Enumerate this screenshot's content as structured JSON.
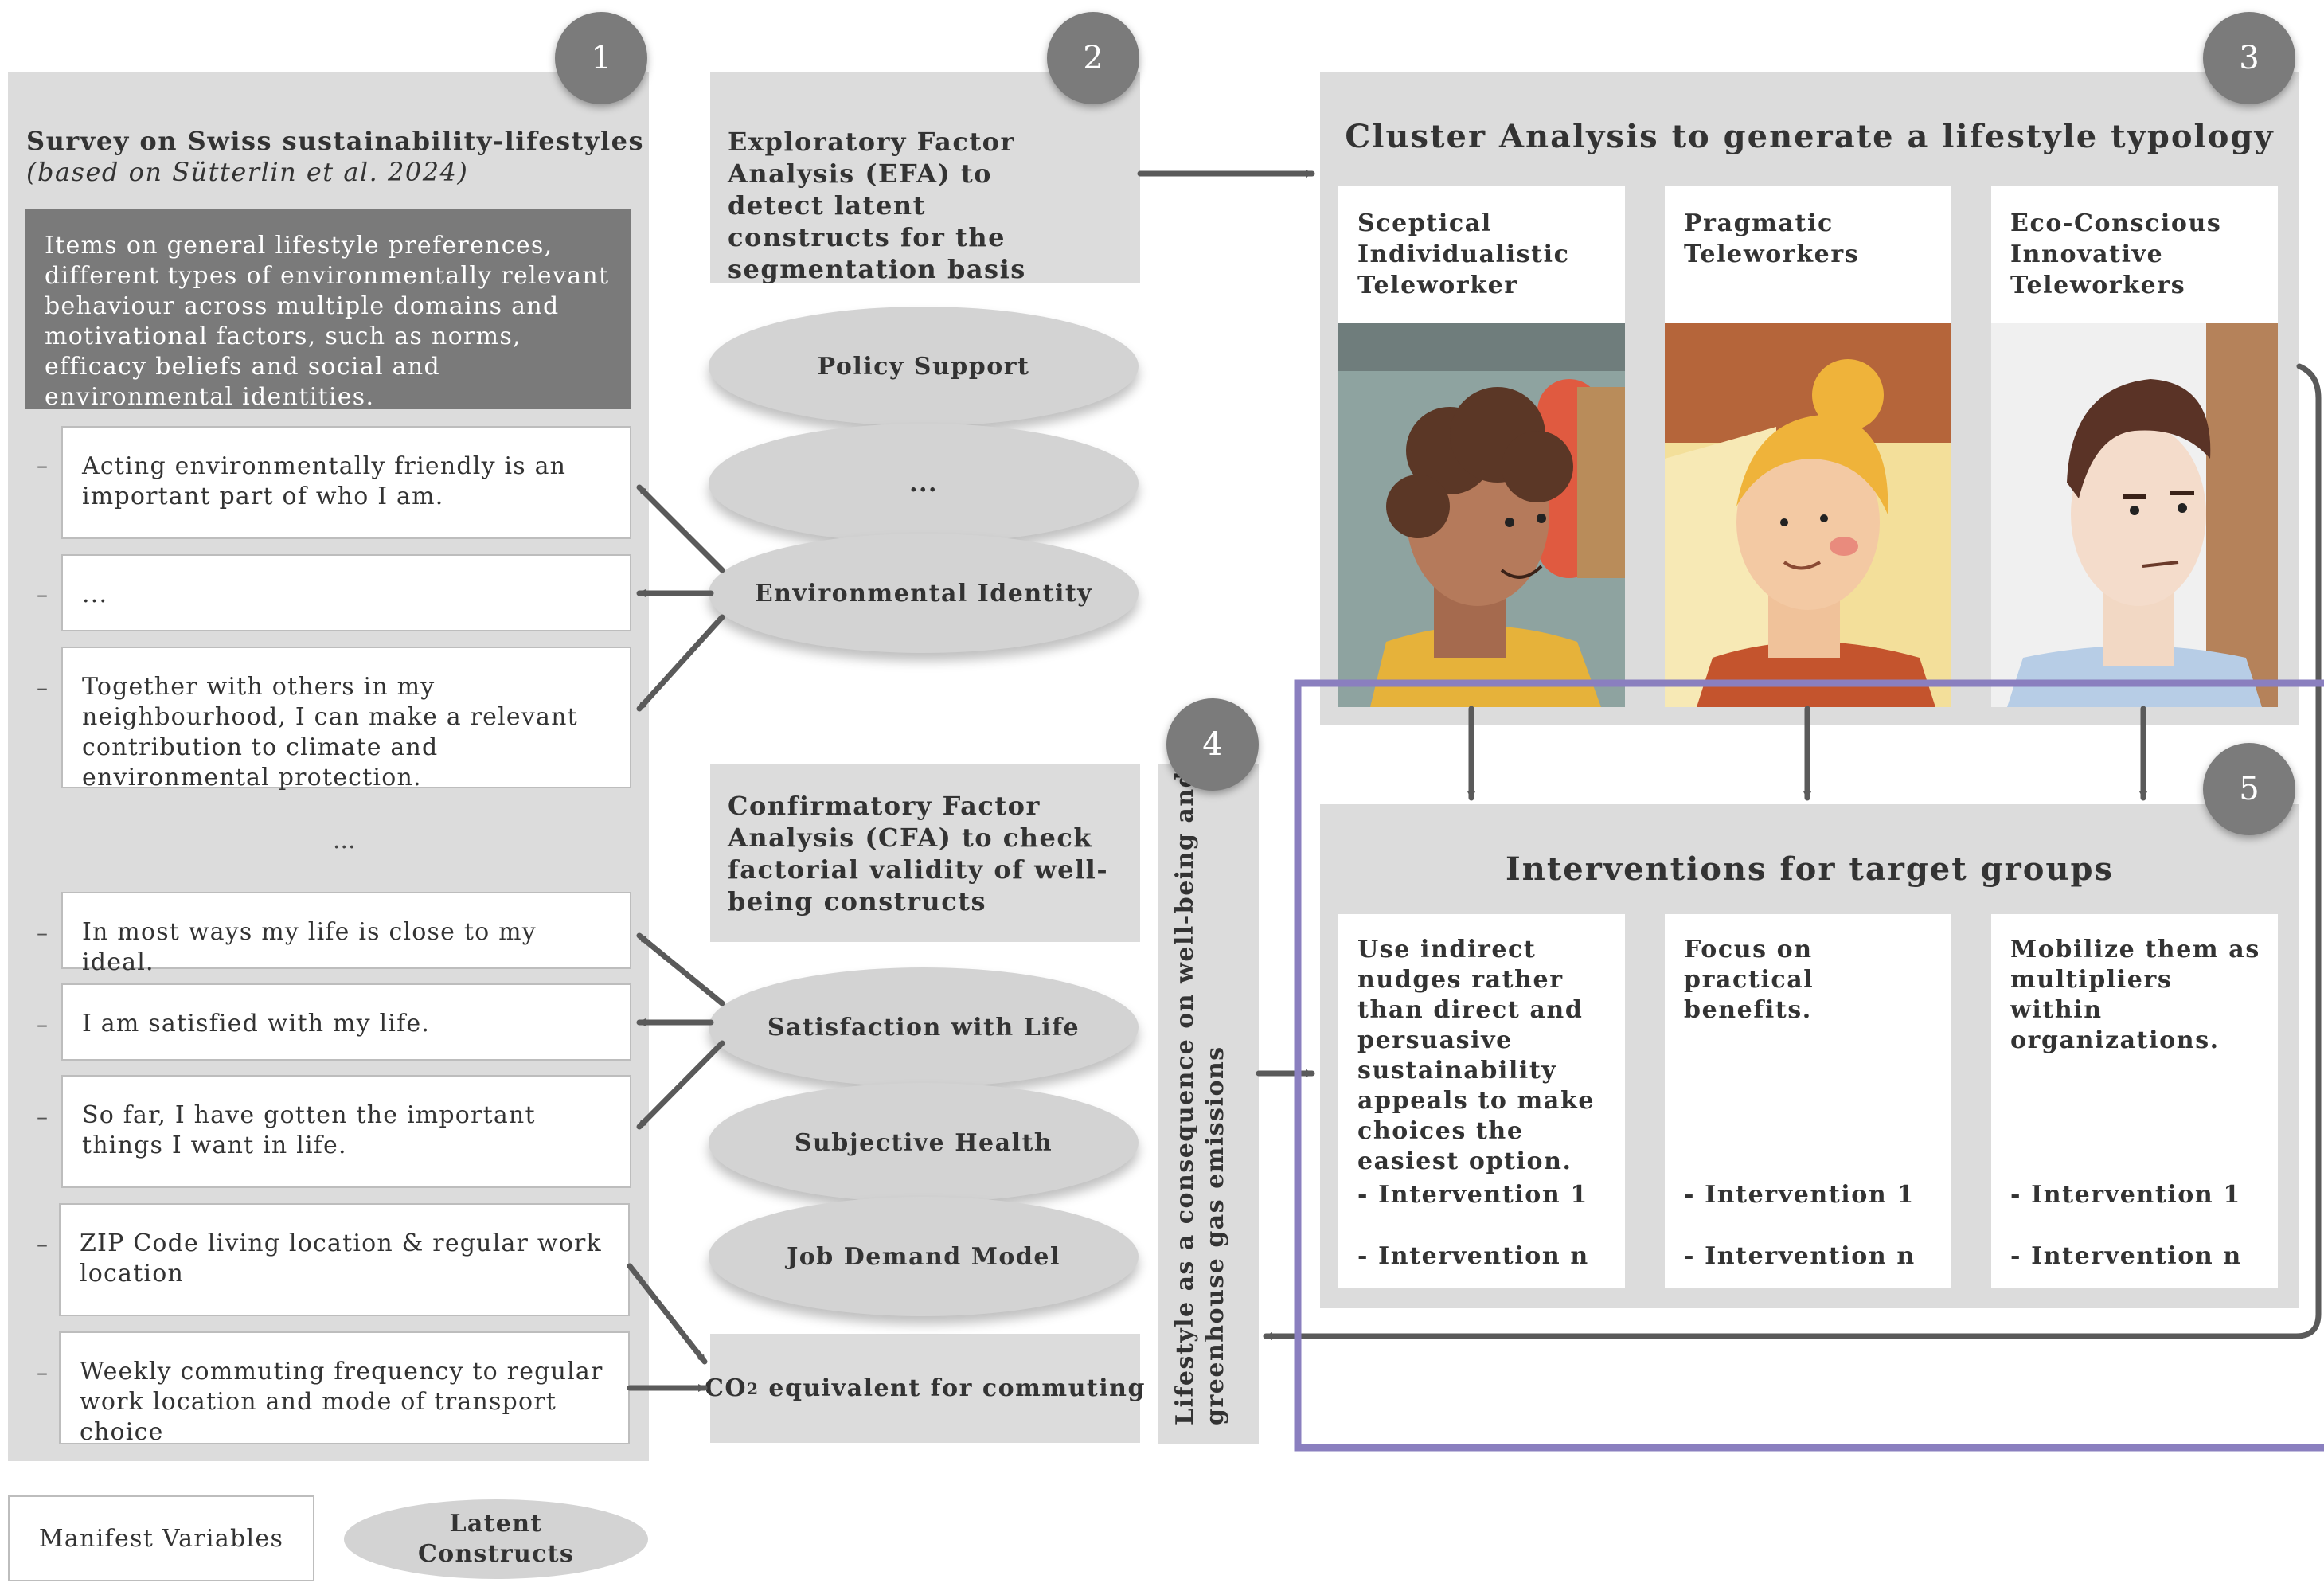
{
  "badges": [
    "1",
    "2",
    "3",
    "4",
    "5"
  ],
  "survey": {
    "title": "Survey on Swiss sustainability-lifestyles",
    "subtitle": "(based on Sütterlin et al. 2024)",
    "description": "Items on general lifestyle preferences, different types of environmentally relevant behaviour across multiple domains and motivational factors, such as norms, efficacy beliefs and social and environmental identities.",
    "dash": "–",
    "items": [
      "Acting environmentally friendly is an important part of who I am.",
      "...",
      "Together with others in my neighbourhood, I can make a relevant contribution to climate and environmental protection.",
      "In most ways my life is close to my ideal.",
      "I am satisfied with my life.",
      "So far, I have gotten the important things I want in life.",
      "ZIP Code living location & regular work location",
      "Weekly commuting frequency to regular work location and mode of transport choice"
    ],
    "middle_ellipsis": "..."
  },
  "efa": {
    "title": "Exploratory Factor Analysis (EFA) to detect latent constructs for the segmentation basis",
    "constructs": [
      "Policy Support",
      "...",
      "Environmental Identity"
    ]
  },
  "cfa": {
    "title": "Confirmatory Factor Analysis (CFA) to check factorial validity of well-being constructs",
    "constructs": [
      "Satisfaction with Life",
      "Subjective Health",
      "Job Demand Model"
    ]
  },
  "co2": {
    "prefix": "CO",
    "sub": "2",
    "suffix": " equivalent for commuting"
  },
  "consequence": {
    "line1": "Lifestyle as a consequence on well-being and",
    "line2": "greenhouse gas emissions"
  },
  "cluster": {
    "title": "Cluster Analysis to generate a lifestyle typology",
    "types": [
      "Sceptical Individualistic Teleworker",
      "Pragmatic Teleworkers",
      "Eco-Conscious Innovative Teleworkers"
    ]
  },
  "interventions": {
    "title": "Interventions for target groups",
    "groups": [
      {
        "text": "Use indirect nudges rather than direct and persuasive sustainability appeals to make choices the easiest option.",
        "i1": "- Intervention 1",
        "in": "- Intervention n"
      },
      {
        "text": "Focus on practical benefits.",
        "i1": "- Intervention 1",
        "in": "- Intervention n"
      },
      {
        "text": "Mobilize them as multipliers within organizations.",
        "i1": "- Intervention 1",
        "in": "- Intervention n"
      }
    ]
  },
  "legend": {
    "manifest": "Manifest Variables",
    "latent": "Latent Constructs"
  },
  "colors": {
    "panel": "#dcdcdc",
    "badge": "#7b7b7b",
    "highlight": "#8a7fbf",
    "arrow": "#5a5a5a"
  }
}
